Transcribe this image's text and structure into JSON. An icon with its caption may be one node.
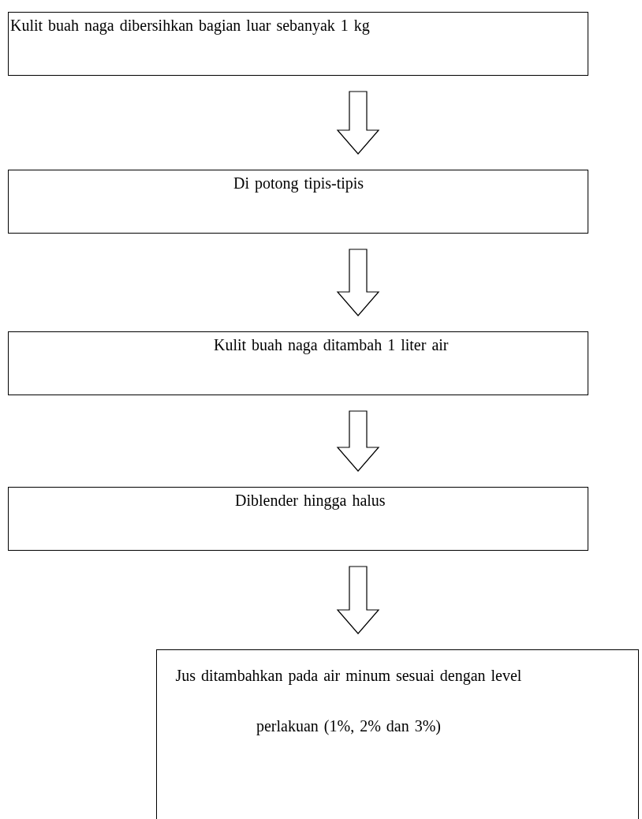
{
  "diagram": {
    "nodes": [
      {
        "text": [
          "Kulit buah naga dibersihkan bagian luar sebanyak 1 kg"
        ]
      },
      {
        "text": [
          "Di potong tipis-tipis"
        ]
      },
      {
        "text": [
          "Kulit buah naga ditambah 1 liter air"
        ]
      },
      {
        "text": [
          "Diblender hingga halus"
        ]
      },
      {
        "text": [
          "Jus ditambahkan pada air minum sesuai dengan level perlakuan (1%, 2% dan 3%)"
        ]
      }
    ],
    "edges": [
      {
        "from": 0,
        "to": 1,
        "arrow": "to"
      },
      {
        "from": 1,
        "to": 2,
        "arrow": "to"
      },
      {
        "from": 2,
        "to": 3,
        "arrow": "to"
      },
      {
        "from": 3,
        "to": 4,
        "arrow": "to"
      }
    ]
  }
}
